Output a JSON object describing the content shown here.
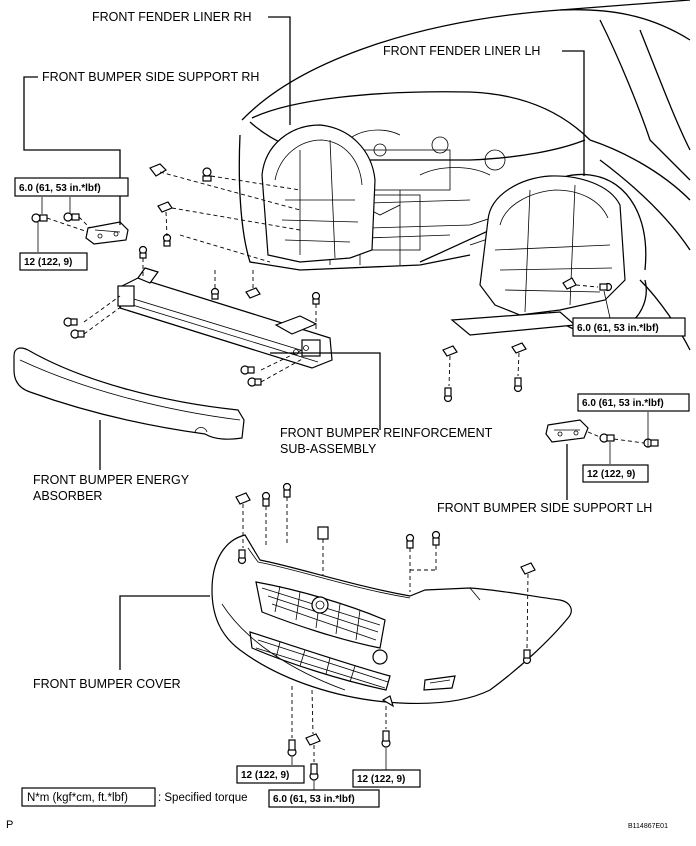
{
  "labels": {
    "front_fender_liner_rh": "FRONT FENDER LINER RH",
    "front_fender_liner_lh": "FRONT FENDER LINER LH",
    "front_bumper_side_support_rh": "FRONT BUMPER SIDE SUPPORT RH",
    "front_bumper_reinforcement_1": "FRONT BUMPER REINFORCEMENT",
    "front_bumper_reinforcement_2": "SUB-ASSEMBLY",
    "front_bumper_energy_absorber_1": "FRONT BUMPER ENERGY",
    "front_bumper_energy_absorber_2": "ABSORBER",
    "front_bumper_side_support_lh": "FRONT BUMPER SIDE SUPPORT LH",
    "front_bumper_cover": "FRONT BUMPER COVER"
  },
  "torque": {
    "t6": "6.0 (61, 53 in.*lbf)",
    "t12": "12 (122, 9)"
  },
  "legend": {
    "unit": "N*m (kgf*cm, ft.*lbf)",
    "text": ": Specified torque"
  },
  "footer": {
    "left_letter": "P",
    "code": "B114867E01"
  }
}
